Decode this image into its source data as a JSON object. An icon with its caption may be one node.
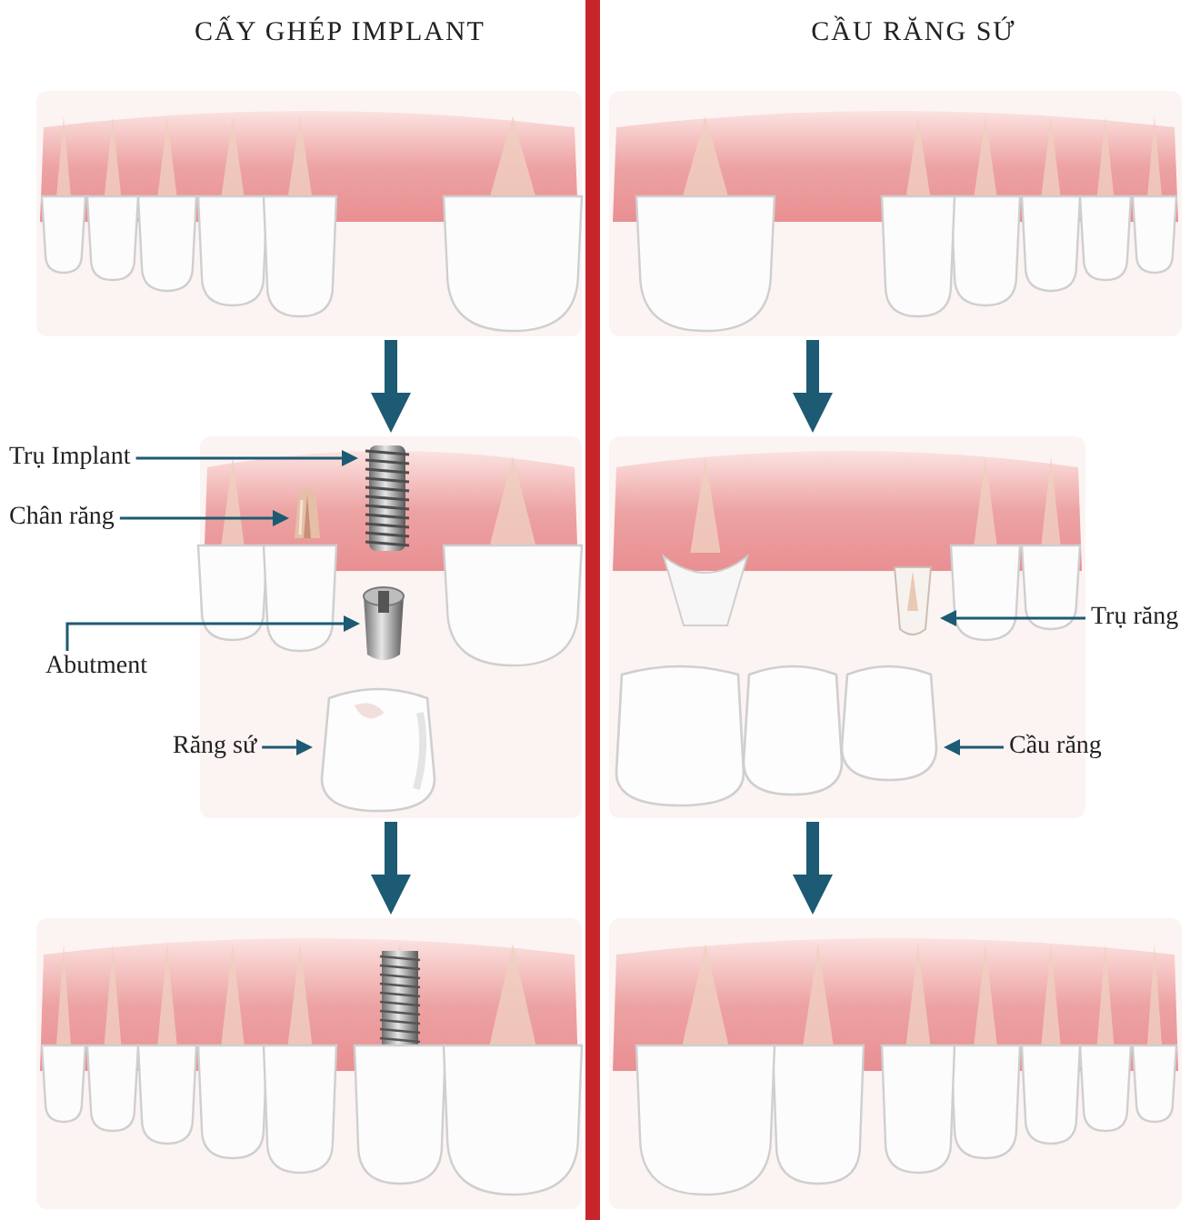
{
  "diagram": {
    "nodes": [
      {
        "text": [],
        "shape": "picture"
      },
      {
        "text": [],
        "shape": "picture"
      },
      {
        "text": [],
        "shape": "picture"
      },
      {
        "text": [],
        "shape": "picture"
      },
      {
        "text": [],
        "shape": "picture"
      },
      {
        "text": [],
        "shape": "picture"
      },
      {
        "text": [
          "Trụ Implant"
        ]
      },
      {
        "text": [],
        "shape": "picture",
        "in": 1
      },
      {
        "text": [
          "Chân răng"
        ]
      },
      {
        "text": [],
        "shape": "picture",
        "in": 1
      },
      {
        "text": [
          "Abutment"
        ]
      },
      {
        "text": [],
        "shape": "picture",
        "in": 1
      },
      {
        "text": [
          "Răng sứ"
        ]
      },
      {
        "text": [],
        "shape": "picture",
        "in": 1
      },
      {
        "text": [
          "Trụ răng"
        ]
      },
      {
        "text": [],
        "shape": "picture",
        "in": 4
      },
      {
        "text": [
          "Cầu răng"
        ]
      },
      {
        "text": [],
        "shape": "picture",
        "in": 4
      }
    ],
    "edges": [
      {
        "from": 6,
        "to": 7,
        "arrow": "to"
      },
      {
        "from": 8,
        "to": 9,
        "arrow": "to"
      },
      {
        "from": 10,
        "to": 11,
        "arrow": "to"
      },
      {
        "from": 12,
        "to": 13,
        "arrow": "to"
      },
      {
        "from": 14,
        "to": 15,
        "arrow": "to"
      },
      {
        "from": 16,
        "to": 17,
        "arrow": "to"
      },
      {
        "from": 0,
        "to": 1,
        "arrow": "to",
        "style": "thick"
      },
      {
        "from": 1,
        "to": 2,
        "arrow": "to",
        "style": "thick"
      },
      {
        "from": 3,
        "to": 4,
        "arrow": "to",
        "style": "thick"
      },
      {
        "from": 4,
        "to": 5,
        "arrow": "to",
        "style": "thick"
      }
    ],
    "labels": [
      "CẤY GHÉP IMPLANT",
      "CẦU RĂNG SỨ"
    ]
  }
}
